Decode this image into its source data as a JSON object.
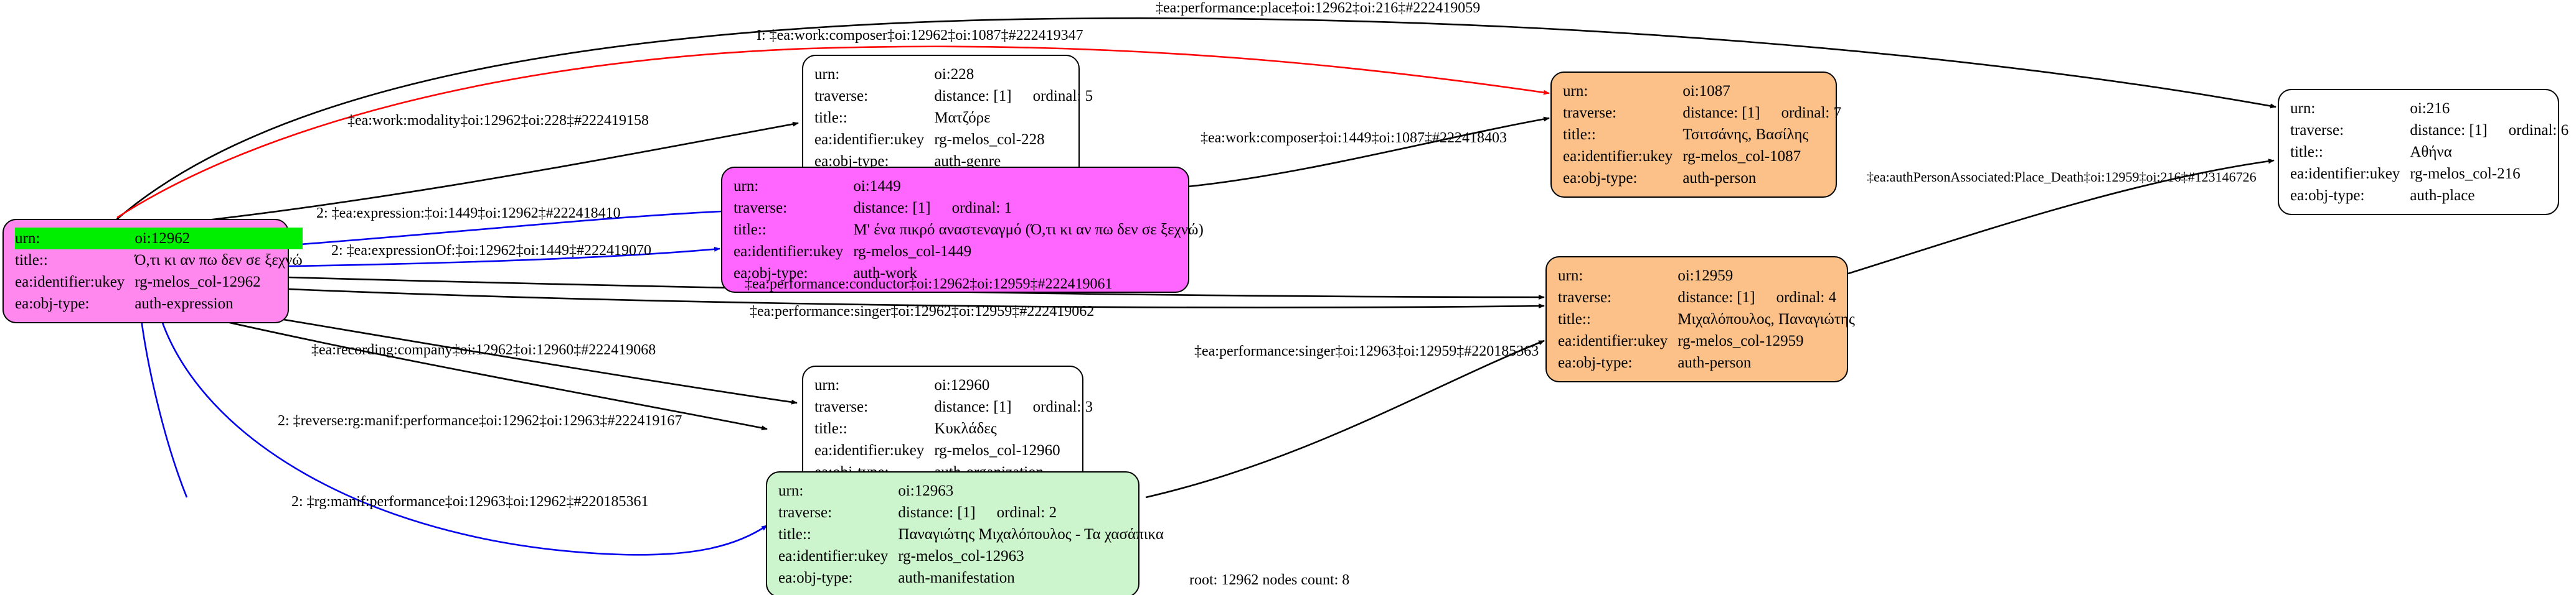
{
  "diagram": {
    "footer": "root: 12962 nodes count: 8",
    "field_labels": {
      "urn": "urn:",
      "traverse": "traverse:",
      "title": "title::",
      "ukey": "ea:identifier:ukey",
      "objtype": "ea:obj-type:"
    }
  },
  "nodes": [
    {
      "id": "n12962",
      "urn": "oi:12962",
      "traverse": "",
      "distance": "",
      "ordinal": "",
      "title": "Ό,τι κι αν πω δεν σε ξεχνώ",
      "ukey": "rg-melos_col-12962",
      "objtype": "auth-expression",
      "fill": "violet",
      "fill_hex": "#ff88ee",
      "highlight_hex": "#00ee00",
      "has_traverse": false,
      "root": true
    },
    {
      "id": "n228",
      "urn": "oi:228",
      "traverse": "distance: [1]",
      "ordinal": "ordinal: 5",
      "title": "Ματζόρε",
      "ukey": "rg-melos_col-228",
      "objtype": "auth-genre",
      "fill": "white",
      "fill_hex": "#ffffff",
      "has_traverse": true,
      "root": false
    },
    {
      "id": "n1449",
      "urn": "oi:1449",
      "traverse": "distance: [1]",
      "ordinal": "ordinal: 1",
      "title": "Μ' ένα πικρό αναστεναγμό (Ό,τι κι αν πω δεν σε ξεχνώ)",
      "ukey": "rg-melos_col-1449",
      "objtype": "auth-work",
      "fill": "magenta",
      "fill_hex": "#ff66ff",
      "has_traverse": true,
      "root": false
    },
    {
      "id": "n1087",
      "urn": "oi:1087",
      "traverse": "distance: [1]",
      "ordinal": "ordinal: 7",
      "title": "Τσιτσάνης, Βασίλης",
      "ukey": "rg-melos_col-1087",
      "objtype": "auth-person",
      "fill": "orange",
      "fill_hex": "#fbc189",
      "has_traverse": true,
      "root": false
    },
    {
      "id": "n216",
      "urn": "oi:216",
      "traverse": "distance: [1]",
      "ordinal": "ordinal: 6",
      "title": "Αθήνα",
      "ukey": "rg-melos_col-216",
      "objtype": "auth-place",
      "fill": "white",
      "fill_hex": "#ffffff",
      "has_traverse": true,
      "root": false
    },
    {
      "id": "n12959",
      "urn": "oi:12959",
      "traverse": "distance: [1]",
      "ordinal": "ordinal: 4",
      "title": "Μιχαλόπουλος, Παναγιώτης",
      "ukey": "rg-melos_col-12959",
      "objtype": "auth-person",
      "fill": "orange",
      "fill_hex": "#fbc189",
      "has_traverse": true,
      "root": false
    },
    {
      "id": "n12960",
      "urn": "oi:12960",
      "traverse": "distance: [1]",
      "ordinal": "ordinal: 3",
      "title": "Κυκλάδες",
      "ukey": "rg-melos_col-12960",
      "objtype": "auth-organization",
      "fill": "white",
      "fill_hex": "#ffffff",
      "has_traverse": true,
      "root": false
    },
    {
      "id": "n12963",
      "urn": "oi:12963",
      "traverse": "distance: [1]",
      "ordinal": "ordinal: 2",
      "title": "Παναγιώτης Μιχαλόπουλος - Τα χασάπικα",
      "ukey": "rg-melos_col-12963",
      "objtype": "auth-manifestation",
      "fill": "green",
      "fill_hex": "#cdf5cd",
      "has_traverse": true,
      "root": false
    }
  ],
  "edges": [
    {
      "id": "e1",
      "label": "‡ea:performance:place‡oi:12962‡oi:216‡#222419059",
      "color": "#000000"
    },
    {
      "id": "e2",
      "label": "I: ‡ea:work:composer‡oi:12962‡oi:1087‡#222419347",
      "color": "#ff0000"
    },
    {
      "id": "e3",
      "label": "‡ea:work:modality‡oi:12962‡oi:228‡#222419158",
      "color": "#000000"
    },
    {
      "id": "e4",
      "label": "‡ea:work:composer‡oi:1449‡oi:1087‡#222418403",
      "color": "#000000"
    },
    {
      "id": "e5",
      "label": "2: ‡ea:expression:‡oi:1449‡oi:12962‡#222418410",
      "color": "#0000ee"
    },
    {
      "id": "e6",
      "label": "2: ‡ea:expressionOf:‡oi:12962‡oi:1449‡#222419070",
      "color": "#0000ee"
    },
    {
      "id": "e7",
      "label": "‡ea:performance:conductor‡oi:12962‡oi:12959‡#222419061",
      "color": "#000000"
    },
    {
      "id": "e8",
      "label": "‡ea:performance:singer‡oi:12962‡oi:12959‡#222419062",
      "color": "#000000"
    },
    {
      "id": "e9",
      "label": "‡ea:authPersonAssociated:Place_Death‡oi:12959‡oi:216‡#123146726",
      "color": "#000000"
    },
    {
      "id": "e10",
      "label": "‡ea:recording:company‡oi:12962‡oi:12960‡#222419068",
      "color": "#000000"
    },
    {
      "id": "e11",
      "label": "‡ea:performance:singer‡oi:12963‡oi:12959‡#220185363",
      "color": "#000000"
    },
    {
      "id": "e12",
      "label": "2: ‡reverse:rg:manif:performance‡oi:12962‡oi:12963‡#222419167",
      "color": "#000000"
    },
    {
      "id": "e13",
      "label": "2: ‡rg:manif:performance‡oi:12963‡oi:12962‡#220185361",
      "color": "#0000ee"
    }
  ]
}
